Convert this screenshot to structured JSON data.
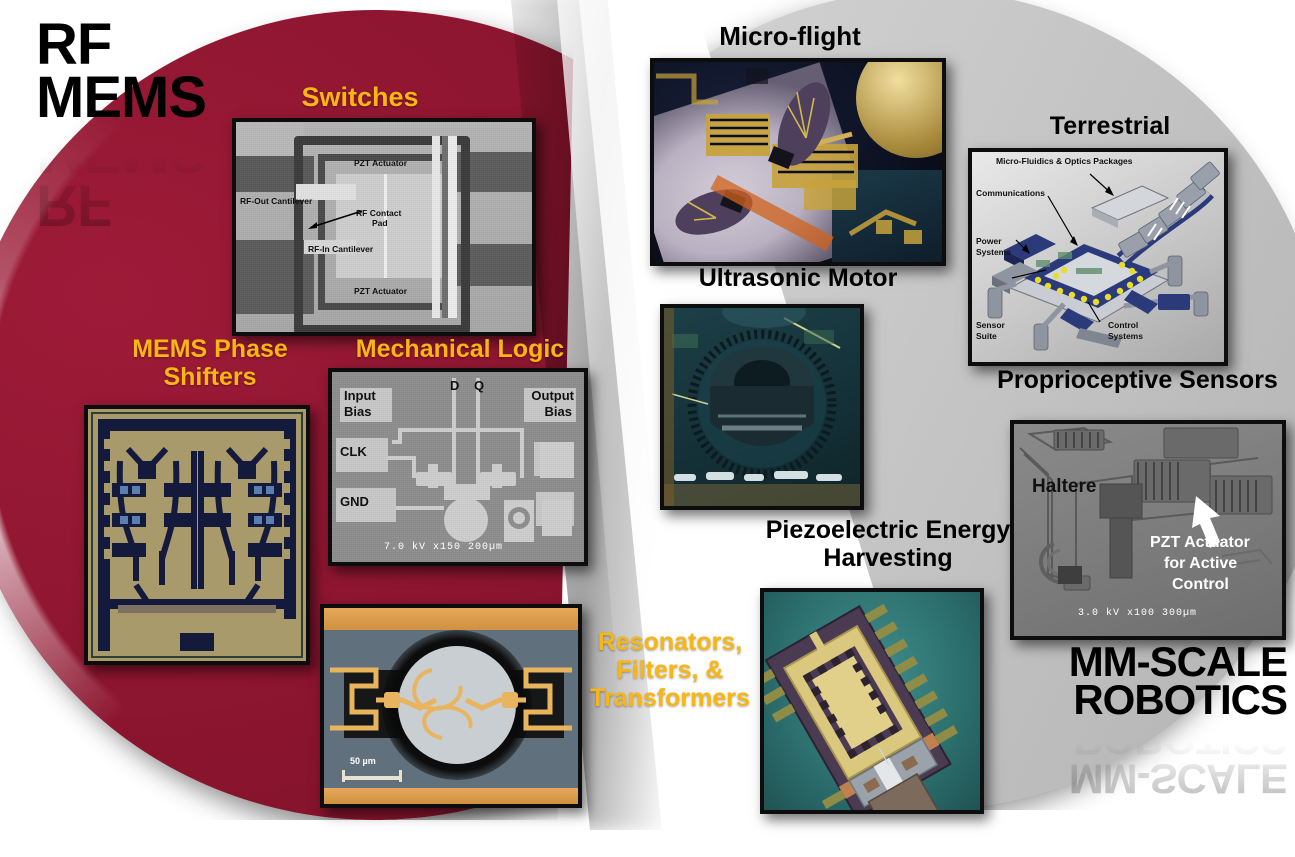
{
  "titles": {
    "left_line1": "RF",
    "left_line2": "MEMS",
    "right_line1": "MM-SCALE",
    "right_line2": "ROBOTICS"
  },
  "colors": {
    "maroon": "#8c152f",
    "gold_text": "#f7b613",
    "gray_slice": "#c9c9c9",
    "panel_border": "#0d0d0d"
  },
  "left_section": {
    "name": "RF MEMS",
    "labels": [
      {
        "id": "switches",
        "text": "Switches"
      },
      {
        "id": "mems-phase-shifters",
        "line1": "MEMS Phase",
        "line2": "Shifters"
      },
      {
        "id": "mechanical-logic",
        "text": "Mechanical Logic"
      },
      {
        "id": "resonators",
        "line1": "Resonators,",
        "line2": "Filters, &",
        "line3": "Transformers"
      }
    ],
    "switches_image": {
      "annotations": [
        "PZT Actuator",
        "RF-Out Cantilever",
        "RF Contact",
        "Pad",
        "RF-In Cantilever",
        "PZT Actuator"
      ]
    },
    "mechanical_logic_image": {
      "annotations": [
        "D",
        "Q",
        "Input",
        "Bias",
        "Output",
        "Bias",
        "CLK",
        "GND"
      ],
      "sem_bar": "7.0 kV    x150        200µm"
    },
    "resonator_image": {
      "scale_bar": "50 µm"
    }
  },
  "right_section": {
    "name": "MM-SCALE ROBOTICS",
    "labels": [
      {
        "id": "micro-flight",
        "text": "Micro-flight"
      },
      {
        "id": "terrestrial",
        "text": "Terrestrial"
      },
      {
        "id": "ultrasonic-motor",
        "text": "Ultrasonic Motor"
      },
      {
        "id": "proprioceptive-sensors",
        "text": "Proprioceptive Sensors"
      },
      {
        "id": "piezo-harvesting",
        "line1": "Piezoelectric Energy",
        "line2": "Harvesting"
      }
    ],
    "terrestrial_image": {
      "annotations": [
        "Micro-Fluidics & Optics Packages",
        "Communications",
        "Power",
        "Systems",
        "Sensor",
        "Suite",
        "Control",
        "Systems"
      ]
    },
    "proprioceptive_image": {
      "annotations": [
        "Haltere",
        "PZT Actuator",
        "for Active",
        "Control"
      ],
      "sem_bar": "3.0 kV    x100        300µm"
    }
  }
}
